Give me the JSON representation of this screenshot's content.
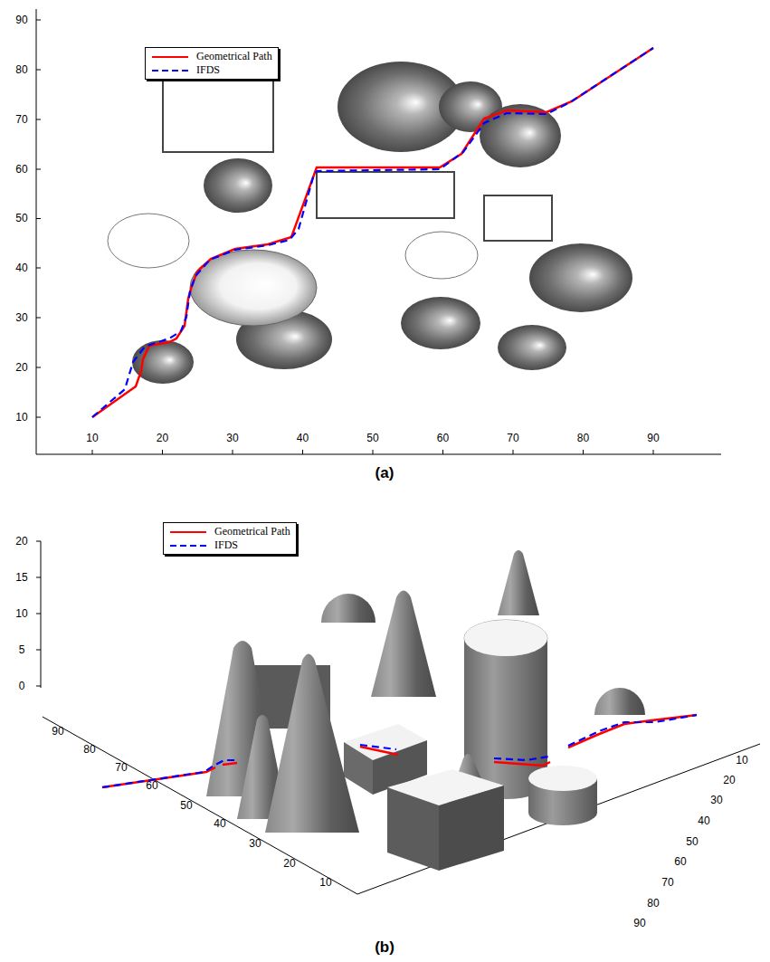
{
  "diagram": {
    "labels": [
      "10",
      "20",
      "30",
      "40",
      "50",
      "60",
      "70",
      "80",
      "90",
      "10",
      "20",
      "30",
      "40",
      "50",
      "60",
      "70",
      "80",
      "90",
      "(a)",
      "20",
      "15",
      "10",
      "5",
      "0",
      "90",
      "80",
      "70",
      "60",
      "50",
      "40",
      "30",
      "20",
      "10",
      "10",
      "20",
      "30",
      "40",
      "50",
      "60",
      "70",
      "80",
      "90",
      "(b)"
    ],
    "legend": [
      {
        "text": "Geometrical Path"
      },
      {
        "text": "IFDS"
      },
      {
        "text": "Geometrical Path"
      },
      {
        "text": "IFDS"
      }
    ]
  }
}
